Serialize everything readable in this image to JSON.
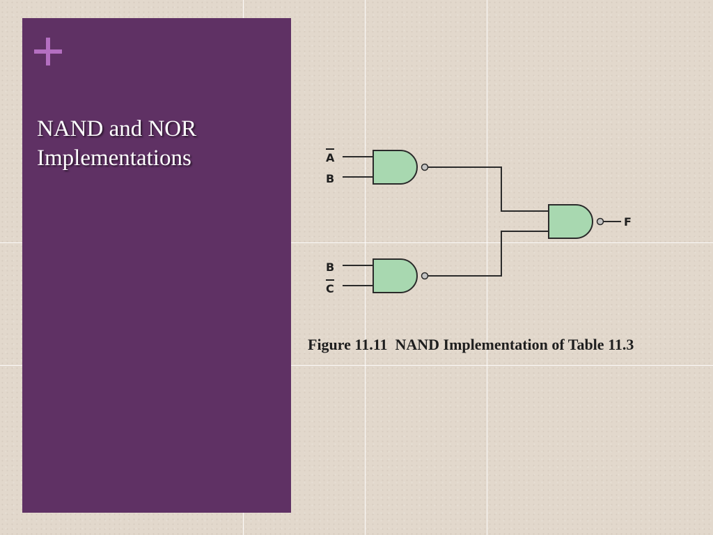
{
  "slide": {
    "title_line1": "NAND and NOR",
    "title_line2": "Implementations"
  },
  "figure": {
    "caption": "Figure 11.11  NAND Implementation of Table 11.3",
    "gate1_inputs": [
      "A",
      "B"
    ],
    "gate2_inputs": [
      "B",
      "C"
    ],
    "output": "F",
    "gate_fill_color": "#a8d8b0"
  },
  "colors": {
    "panel": "#5f3164",
    "accent": "#b46fc1",
    "background": "#e2d8cc"
  }
}
